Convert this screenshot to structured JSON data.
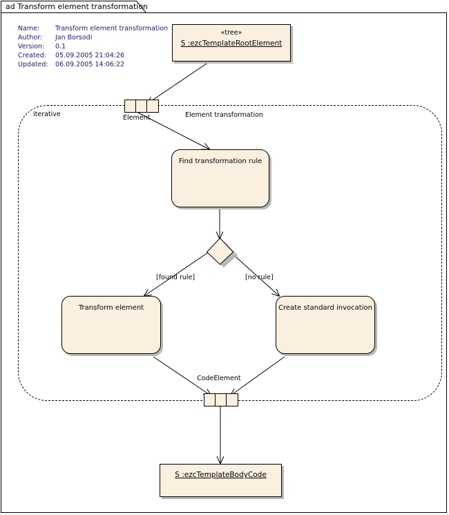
{
  "diagram": {
    "frame_label": "ad Transform element transformation",
    "metadata": [
      {
        "key": "Name:",
        "value": "Transform element transformation"
      },
      {
        "key": "Author:",
        "value": "Jan Borsodi"
      },
      {
        "key": "Version:",
        "value": "0.1"
      },
      {
        "key": "Created:",
        "value": "05.09.2005 21:04:26"
      },
      {
        "key": "Updated:",
        "value": "06.09.2005 14:06:22"
      }
    ],
    "region": {
      "keyword": "iterative",
      "title": "Element transformation"
    },
    "nodes": {
      "root_object": {
        "stereotype": "«tree»",
        "name": "S :ezcTemplateRootElement"
      },
      "find_rule": {
        "label": "Find transformation rule"
      },
      "transform_element": {
        "label": "Transform element"
      },
      "create_invocation": {
        "label": "Create standard invocation"
      },
      "body_object": {
        "name": "S :ezcTemplateBodyCode"
      }
    },
    "pins": {
      "element": {
        "label": "Element"
      },
      "code_element": {
        "label": "CodeElement"
      }
    },
    "guards": {
      "found_rule": "[found rule]",
      "no_rule": "[no rule]"
    },
    "colors": {
      "node_fill": "#FBF0E0",
      "node_border": "#000000",
      "shadow": "#B8B8B8",
      "meta_text": "#191970",
      "canvas": "#FFFFFF"
    }
  }
}
